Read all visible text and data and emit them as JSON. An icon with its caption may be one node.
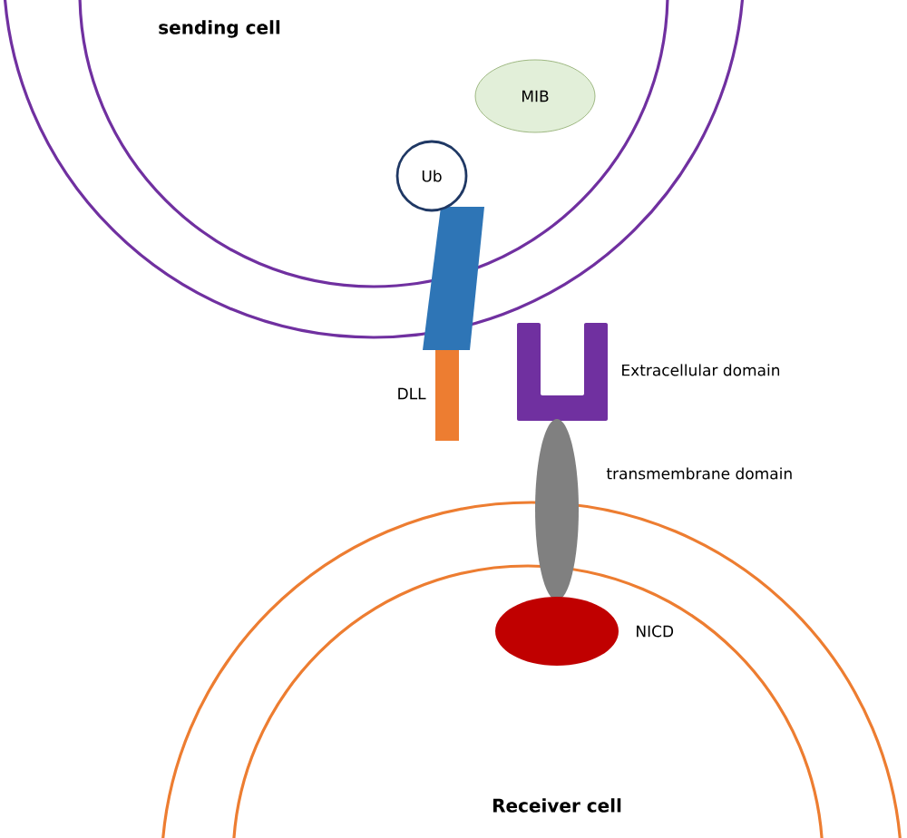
{
  "diagram": {
    "nodes": [
      {
        "text": [
          "sending cell"
        ]
      },
      {
        "text": [
          "MIB"
        ],
        "in": 0
      },
      {
        "text": [
          "Ub"
        ],
        "in": 0
      },
      {
        "text": [
          "Receiver cell"
        ]
      }
    ],
    "labels": [
      "DLL",
      "Extracellular domain",
      "transmembrane domain",
      "NICD"
    ]
  }
}
